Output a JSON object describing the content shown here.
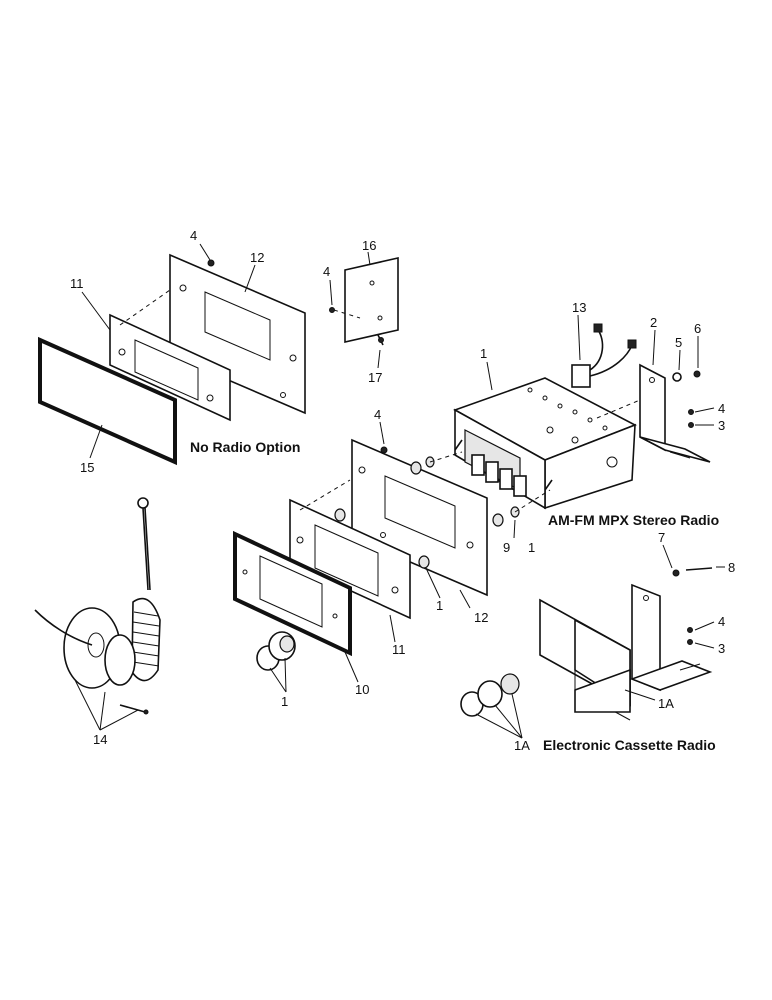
{
  "titles": {
    "no_radio": "No Radio Option",
    "amfm": "AM-FM MPX Stereo Radio",
    "cassette": "Electronic Cassette Radio"
  },
  "callouts": {
    "c4a": "4",
    "c12a": "12",
    "c11a": "11",
    "c15": "15",
    "c16": "16",
    "c4b": "4",
    "c17": "17",
    "c13": "13",
    "c2": "2",
    "c5": "5",
    "c6": "6",
    "c1a": "1",
    "c4c": "4",
    "c3a": "3",
    "c4d": "4",
    "c9": "9",
    "c1b": "1",
    "c1c": "1",
    "c12b": "12",
    "c11b": "11",
    "c10": "10",
    "c1d": "1",
    "c14": "14",
    "c7": "7",
    "c8": "8",
    "c4e": "4",
    "c3b": "3",
    "c1A_a": "1A",
    "c1A_b": "1A"
  }
}
